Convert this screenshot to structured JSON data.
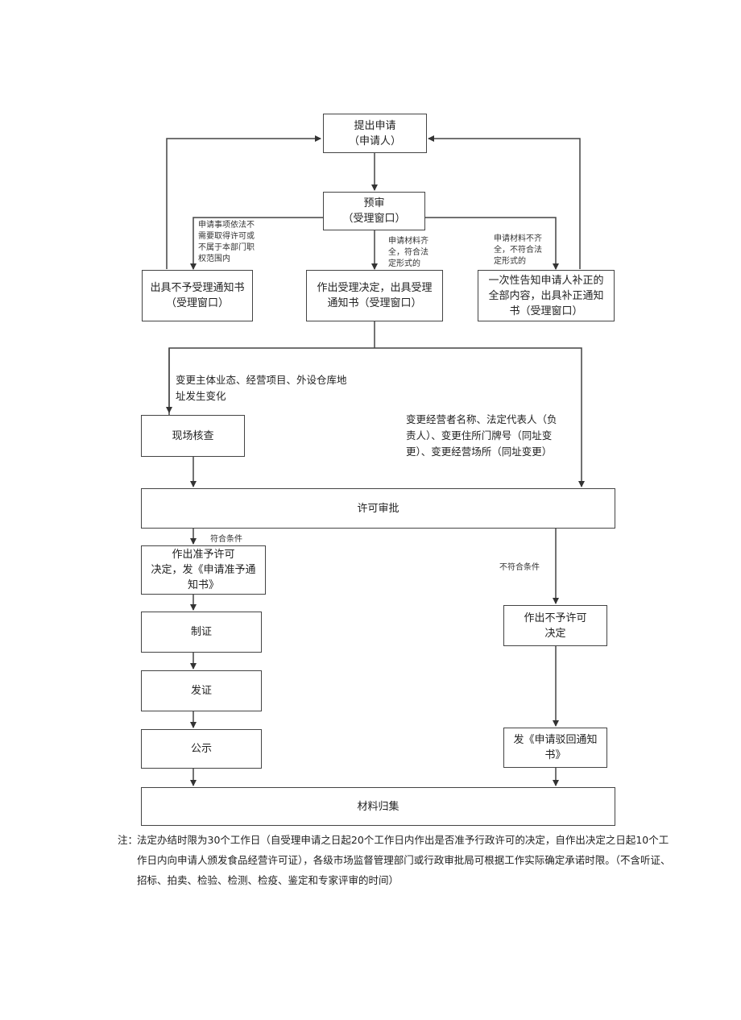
{
  "boxes": {
    "apply": "提出申请\n（申请人）",
    "pre_review": "预审\n（受理窗口）",
    "reject_notice": "出具不予受理通知书\n（受理窗口）",
    "accept_decision": "作出受理决定，出具受理\n通知书（受理窗口）",
    "supplement_notice": "一次性告知申请人补正的\n全部内容，出具补正通知\n书（受理窗口）",
    "site_check": "现场核查",
    "license_approval": "许可审批",
    "grant_decision": "作出准予许可\n决定，发《申请准予通\n知书》",
    "deny_decision": "作出不予许可\n决定",
    "make_cert": "制证",
    "issue_cert": "发证",
    "publicize": "公示",
    "reject_return": "发《申请驳回通知\n书》",
    "archive": "材料归集"
  },
  "labels": {
    "not_required": "申请事项依法不\n需要取得许可或\n不属于本部门职\n权范围内",
    "complete": "申请材料齐\n全，符合法\n定形式的",
    "incomplete": "申请材料不齐\n全，不符合法\n定形式的",
    "change_subject": "变更主体业态、经营项目、外设仓库地\n址发生变化",
    "change_name": "变更经营者名称、法定代表人（负\n责人）、变更住所门牌号（同址变\n更）、变更经营场所（同址变更）",
    "qualified": "符合条件",
    "unqualified": "不符合条件"
  },
  "note": {
    "prefix": "注：",
    "text": "法定办结时限为30个工作日（自受理申请之日起20个工作日内作出是否准予行政许可的决定，自作出决定之日起10个工作日内向申请人颁发食品经营许可证），各级市场监督管理部门或行政审批局可根据工作实际确定承诺时限。（不含听证、招标、拍卖、检验、检测、检疫、鉴定和专家评审的时间）"
  }
}
